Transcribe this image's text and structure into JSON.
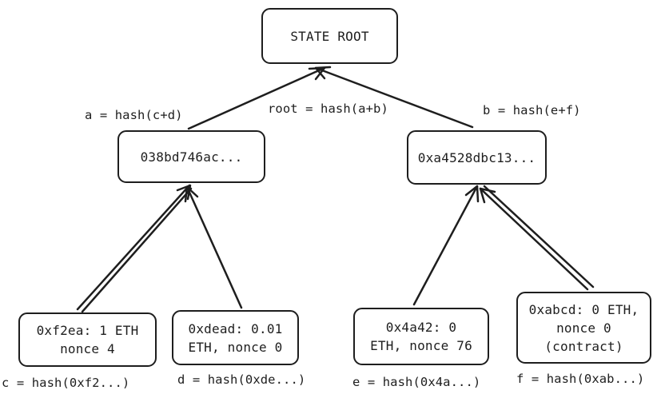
{
  "nodes": {
    "root": "STATE ROOT",
    "a": "038bd746ac...",
    "b": "0xa4528dbc13...",
    "c": "0xf2ea: 1 ETH\nnonce 4",
    "d": "0xdead: 0.01\nETH, nonce 0",
    "e": "0x4a42: 0\nETH, nonce 76",
    "f": "0xabcd: 0 ETH,\nnonce 0\n(contract)"
  },
  "labels": {
    "a": "a = hash(c+d)",
    "root": "root = hash(a+b)",
    "b": "b = hash(e+f)",
    "c": "c = hash(0xf2...)",
    "d": "d = hash(0xde...)",
    "e": "e = hash(0x4a...)",
    "f": "f = hash(0xab...)"
  },
  "colors": {
    "stroke": "#1e1e1e",
    "background": "#ffffff"
  }
}
